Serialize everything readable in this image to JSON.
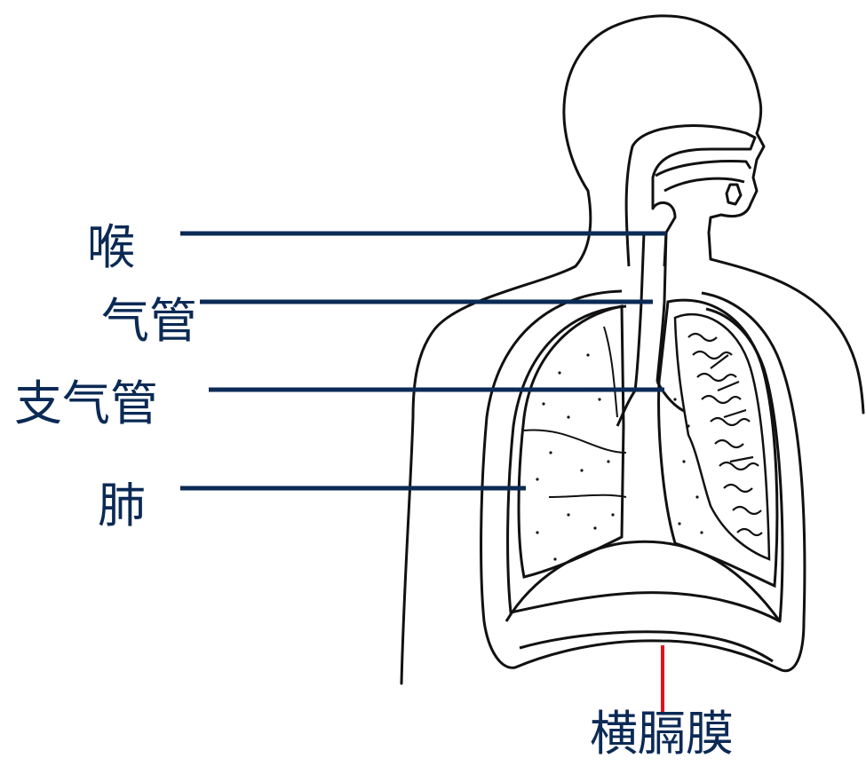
{
  "labels": {
    "larynx": "喉",
    "trachea": "气管",
    "bronchus": "支气管",
    "lung": "肺",
    "diaphragm": "横膈膜"
  },
  "colors": {
    "label_text": "#0b2a55",
    "leader_line": "#0b2a55",
    "diaphragm_pointer": "#e0141e",
    "outline": "#111111",
    "background": "#ffffff"
  }
}
